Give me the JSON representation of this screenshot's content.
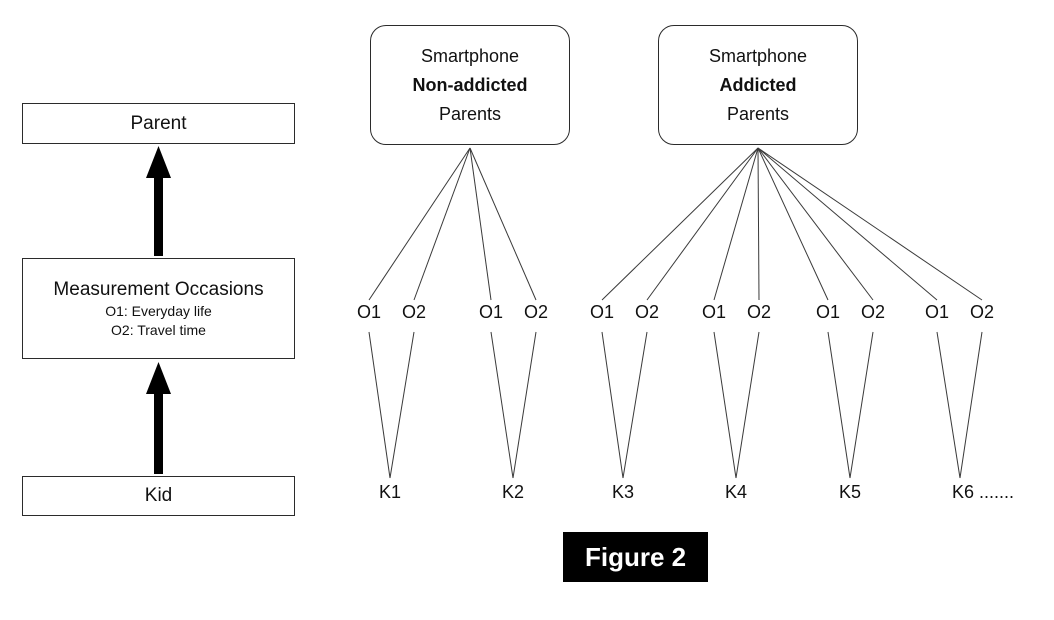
{
  "left": {
    "parent": "Parent",
    "measurement": {
      "title": "Measurement Occasions",
      "o1": "O1: Everyday life",
      "o2": "O2: Travel time"
    },
    "kid": "Kid"
  },
  "parent_groups": {
    "non_addicted": {
      "line1": "Smartphone",
      "line2": "Non-addicted",
      "line3": "Parents"
    },
    "addicted": {
      "line1": "Smartphone",
      "line2": "Addicted",
      "line3": "Parents"
    }
  },
  "occasions": [
    "O1",
    "O2",
    "O1",
    "O2",
    "O1",
    "O2",
    "O1",
    "O2",
    "O1",
    "O2",
    "O1",
    "O2"
  ],
  "kids": [
    "K1",
    "K2",
    "K3",
    "K4",
    "K5",
    "K6 ......."
  ],
  "caption": "Figure 2",
  "colors": {
    "line": "#3a3a3a",
    "border": "#2b2b2b",
    "arrow": "#000000",
    "caption_bg": "#000000",
    "caption_fg": "#ffffff"
  }
}
